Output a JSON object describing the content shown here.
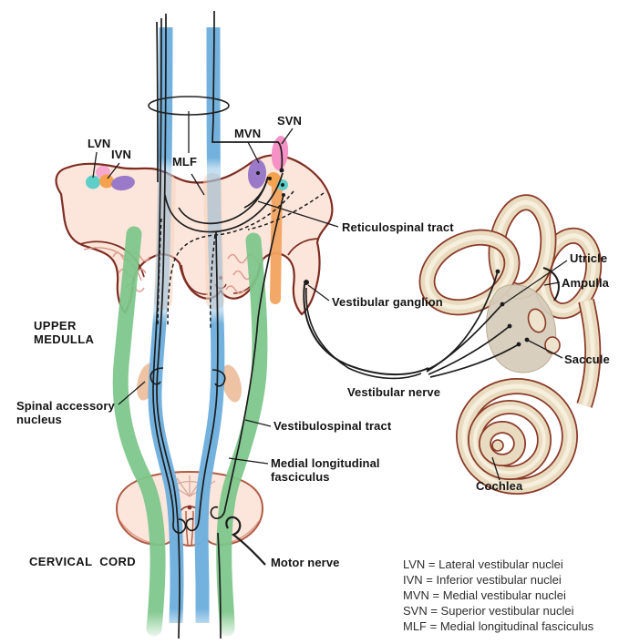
{
  "figure": {
    "title": "Vestibular system pathways diagram",
    "labels": {
      "lvn": "LVN",
      "ivn": "IVN",
      "mlf": "MLF",
      "mvn": "MVN",
      "svn": "SVN",
      "reticulospinal_tract": "Reticulospinal tract",
      "vestibular_ganglion": "Vestibular ganglion",
      "utricle": "Utricle",
      "ampulla": "Ampulla",
      "saccule": "Saccule",
      "cochlea": "Cochlea",
      "vestibular_nerve": "Vestibular nerve",
      "upper_medulla": "UPPER\nMEDULLA",
      "spinal_accessory_nucleus": "Spinal accessory\nnucleus",
      "vestibulospinal_tract": "Vestibulospinal tract",
      "medial_longitudinal_fasciculus": "Medial longitudinal\nfasciculus",
      "motor_nerve": "Motor nerve",
      "cervical_cord": "CERVICAL  CORD"
    },
    "legend": [
      "LVN = Lateral vestibular nuclei",
      "IVN = Inferior vestibular nuclei",
      "MVN = Medial vestibular nuclei",
      "SVN = Superior vestibular nuclei",
      "MLF = Medial longitudinal fasciculus"
    ],
    "colors": {
      "medulla_fill": "#fce6dc",
      "medulla_outline": "#7e2d22",
      "cord_outline": "#b05a44",
      "tract_blue": "#6fb0dd",
      "tract_green": "#7cc68a",
      "tract_orange": "#f2a360",
      "pale_band": "#f6d2ba",
      "nucleus_tan": "#eec3a3",
      "blob_pink": "#f6a8cf",
      "blob_teal": "#5ecec9",
      "blob_orange": "#f5a24e",
      "blob_purple": "#9b79c9",
      "svn_pink": "#f591c4",
      "ear_ring": "#e9dbbf",
      "ear_outline": "#8a3a28",
      "ear_lumen": "#f6efdd",
      "vestibule_gray": "#d7cdbb",
      "fiber_black": "#1c1c1c",
      "olive_pink": "#e09a90"
    }
  }
}
